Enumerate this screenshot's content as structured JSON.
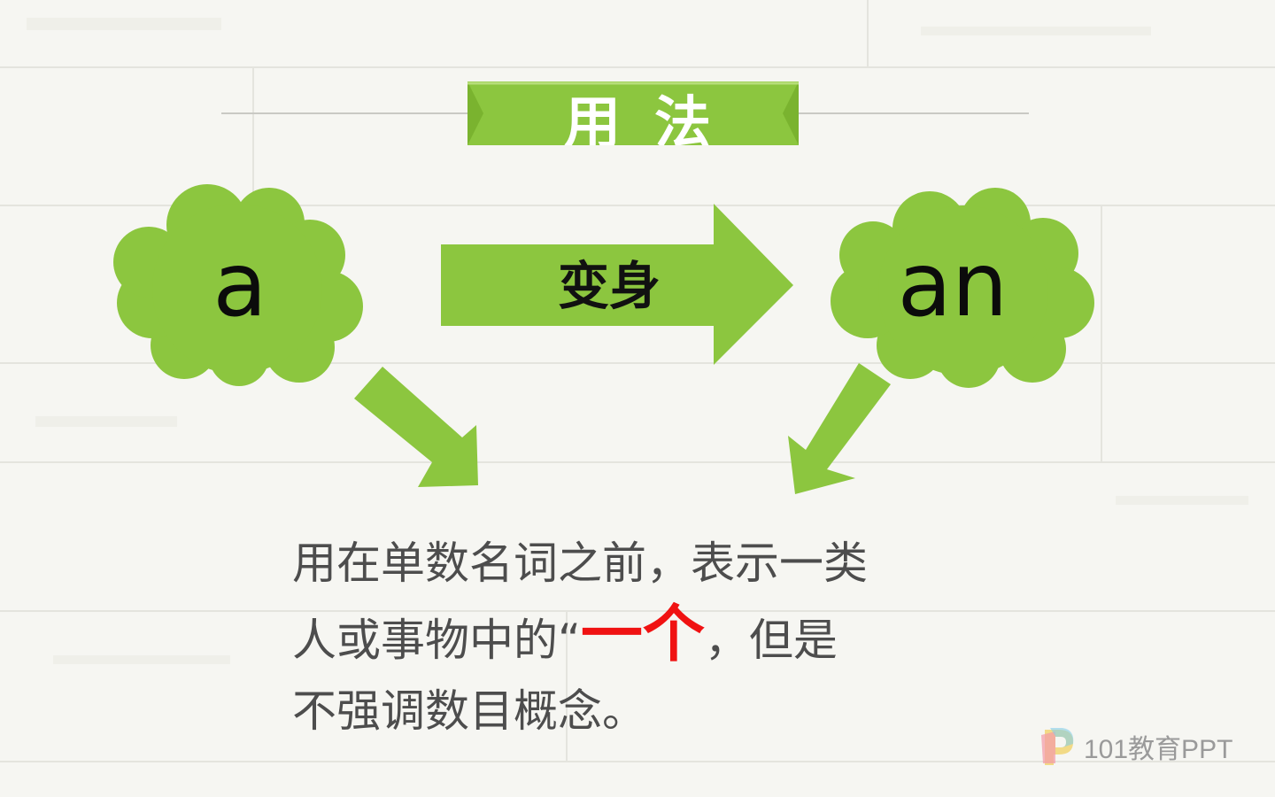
{
  "title": "用法",
  "clouds": {
    "left_word": "a",
    "right_word": "an"
  },
  "arrow": {
    "label": "变身"
  },
  "description": {
    "line1": "用在单数名词之前，表示一类",
    "line2_before": "人或事物中的“",
    "line2_emphasis": "一个",
    "line2_after": "，但是",
    "line3": "不强调数目概念。"
  },
  "logo": {
    "text": "101教育PPT"
  },
  "colors": {
    "accent_green": "#8cc63f",
    "emphasis_red": "#f01212",
    "text_gray": "#4d4d4d"
  }
}
